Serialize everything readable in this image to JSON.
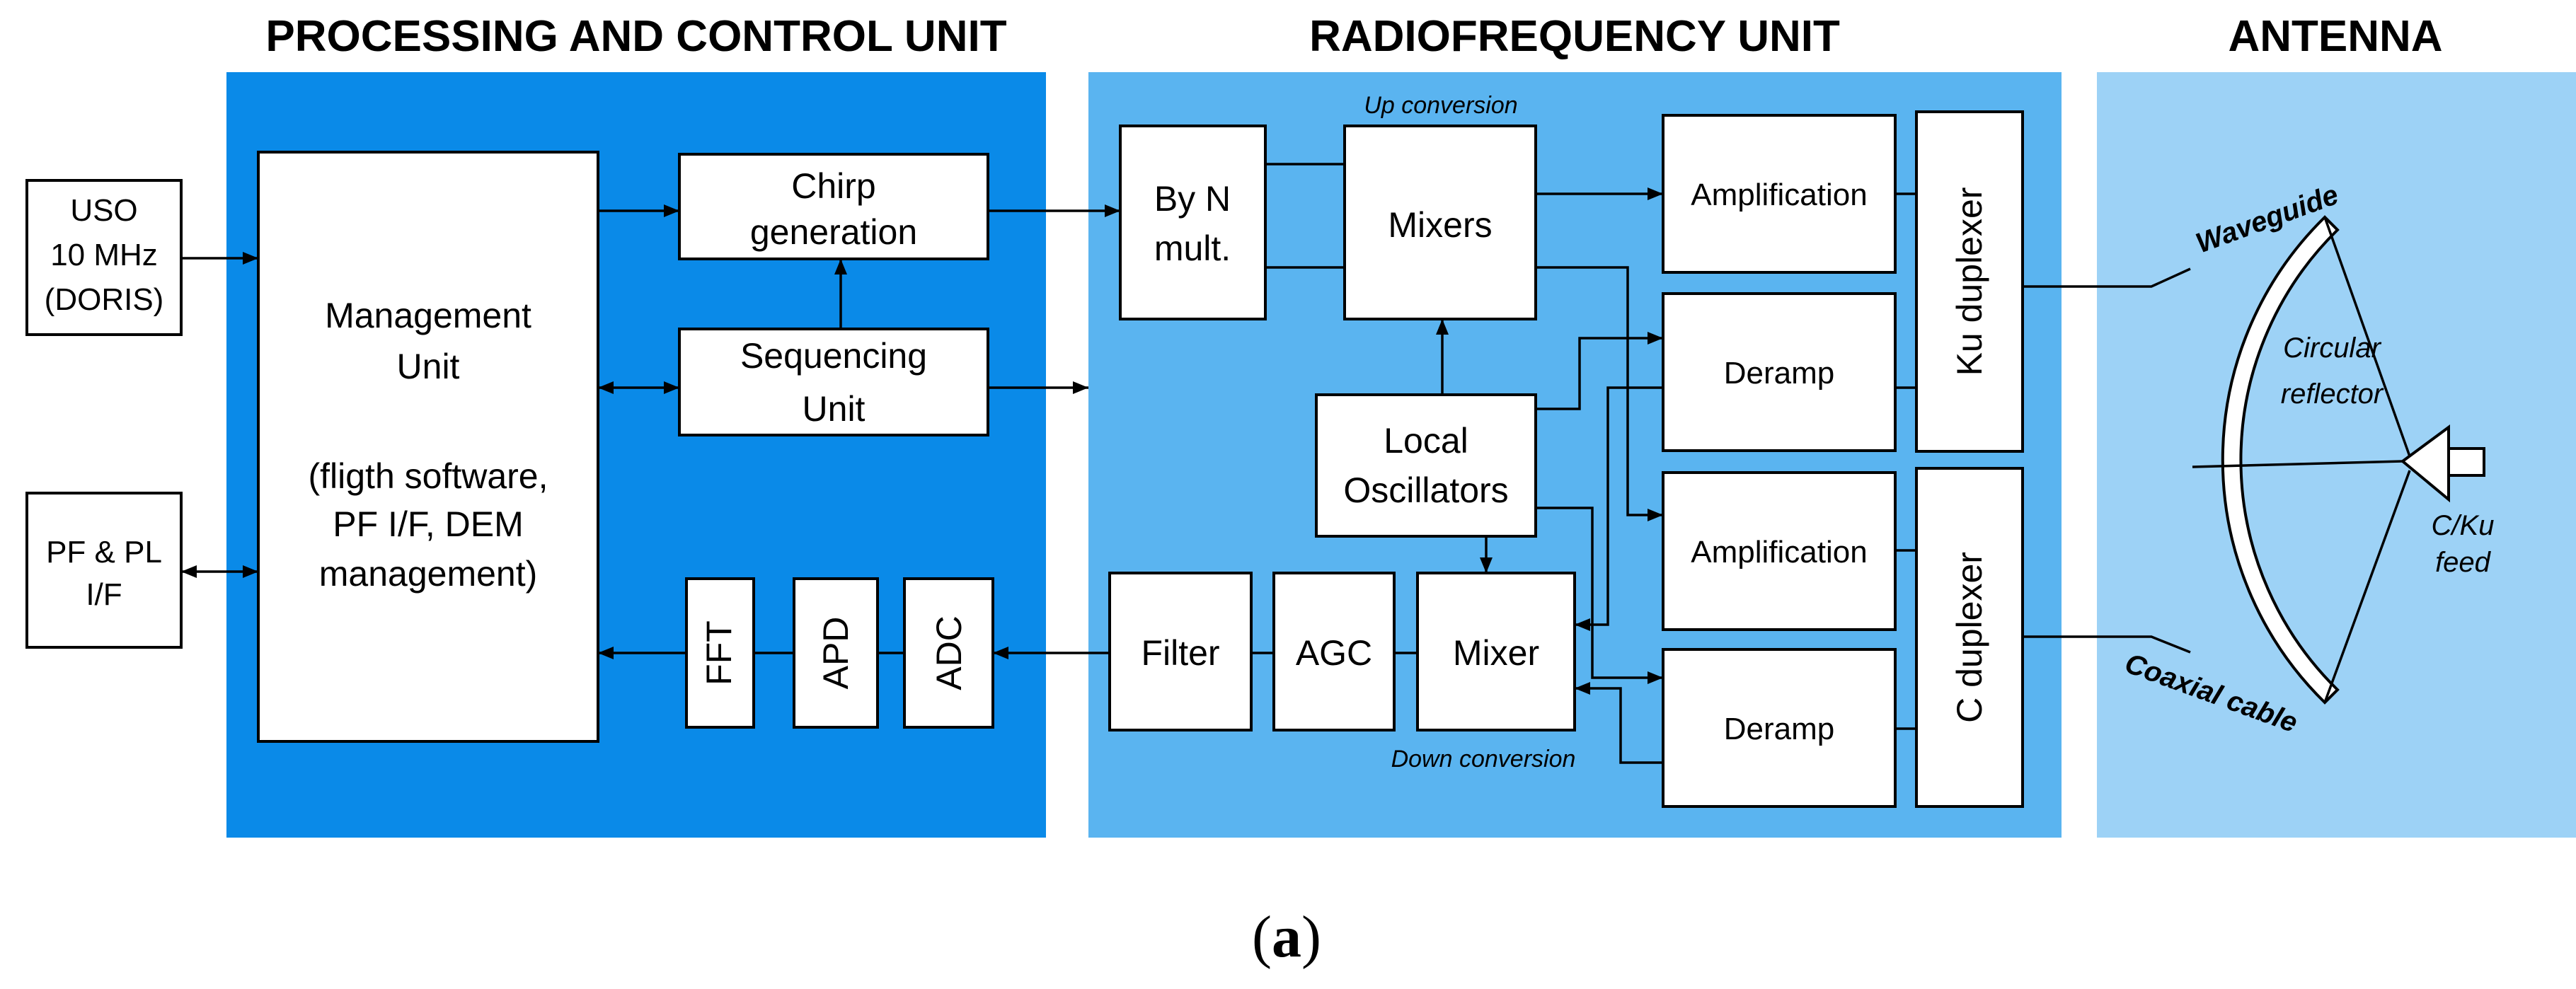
{
  "sections": {
    "processing_title": "PROCESSING AND CONTROL UNIT",
    "rf_title": "RADIOFREQUENCY UNIT",
    "antenna_title": "ANTENNA"
  },
  "colors": {
    "processing_bg": "#0a8ae8",
    "rf_bg": "#5ab4f0",
    "antenna_bg": "#9dd2f6"
  },
  "external": {
    "uso": [
      "USO",
      "10 MHz",
      "(DORIS)"
    ],
    "pf_pl": [
      "PF & PL",
      "I/F"
    ]
  },
  "processing": {
    "management": [
      "Management",
      "Unit",
      "(fligth software,",
      "PF I/F, DEM",
      "management)"
    ],
    "chirp": [
      "Chirp",
      "generation"
    ],
    "sequencing": [
      "Sequencing",
      "Unit"
    ],
    "fft": "FFT",
    "apd": "APD",
    "adc": "ADC"
  },
  "rf": {
    "up_conversion": "Up conversion",
    "down_conversion": "Down conversion",
    "by_n": [
      "By N",
      "mult."
    ],
    "mixers": "Mixers",
    "local_osc": [
      "Local",
      "Oscillators"
    ],
    "filter": "Filter",
    "agc": "AGC",
    "mixer": "Mixer",
    "amp_ku": "Amplification",
    "deramp_ku": "Deramp",
    "amp_c": "Amplification",
    "deramp_c": "Deramp",
    "ku_duplexer": "Ku duplexer",
    "c_duplexer": "C duplexer"
  },
  "antenna": {
    "waveguide": "Waveguide",
    "coaxial": "Coaxial cable",
    "reflector": [
      "Circular",
      "reflector"
    ],
    "feed": [
      "C/Ku",
      "feed"
    ]
  },
  "caption": {
    "open": "(",
    "letter": "a",
    "close": ")"
  }
}
